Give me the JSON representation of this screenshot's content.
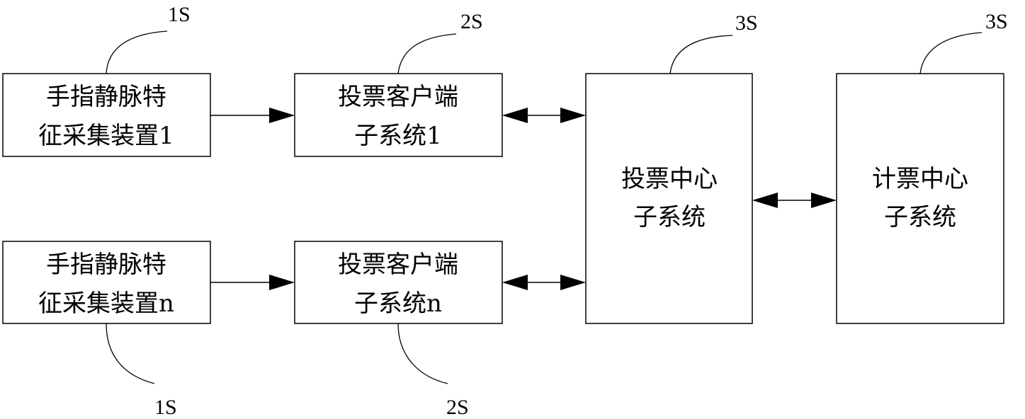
{
  "boxes": {
    "capture_1": {
      "line1": "手指静脉特",
      "line2": "征采集装置1"
    },
    "capture_n": {
      "line1": "手指静脉特",
      "line2": "征采集装置n"
    },
    "client_1": {
      "line1": "投票客户端",
      "line2": "子系统1"
    },
    "client_n": {
      "line1": "投票客户端",
      "line2": "子系统n"
    },
    "voting_center": {
      "line1": "投票中心",
      "line2": "子系统"
    },
    "counting_center": {
      "line1": "计票中心",
      "line2": "子系统"
    }
  },
  "refs": {
    "capture_1": "1S",
    "capture_n": "1S",
    "client_1": "2S",
    "client_n": "2S",
    "voting_center": "3S",
    "counting_center": "3S"
  }
}
